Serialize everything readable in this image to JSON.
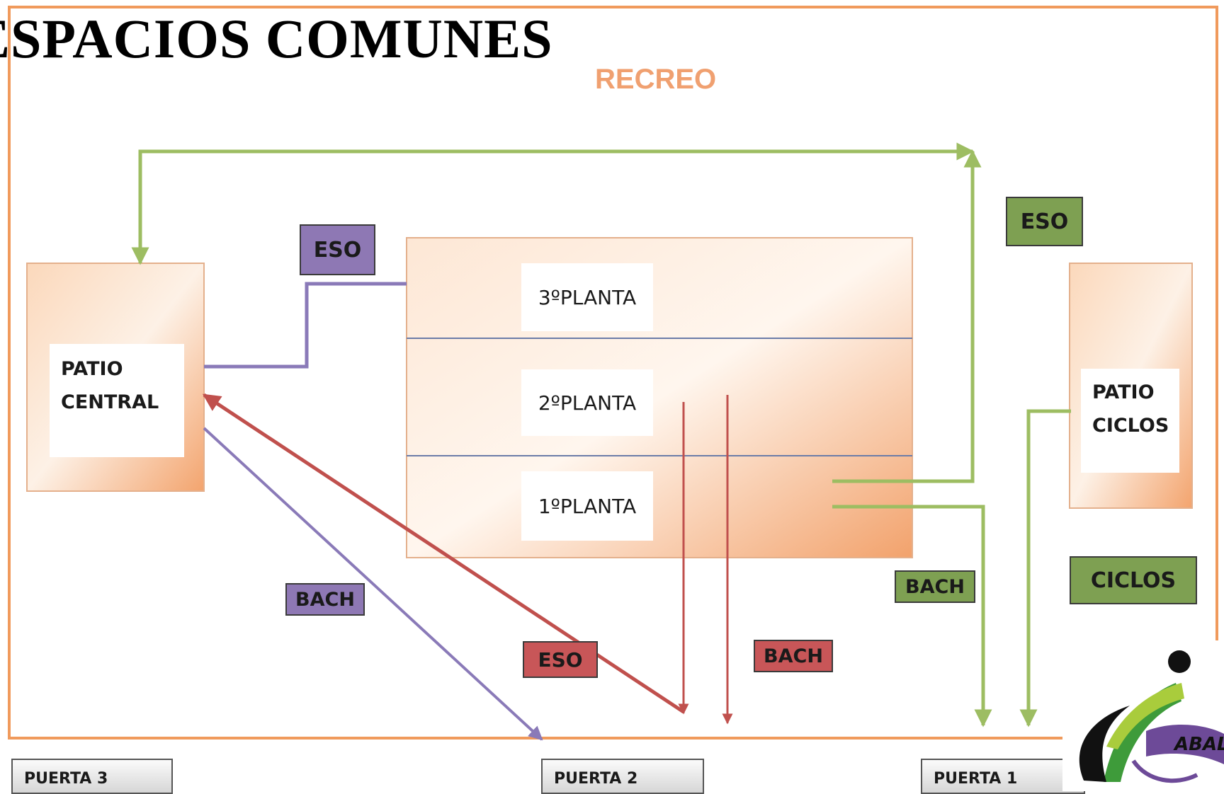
{
  "title": "ESPACIOS COMUNES",
  "subtitle": "RECREO",
  "areas": {
    "patio_central": "PATIO CENTRAL",
    "patio_ciclos": "PATIO CICLOS"
  },
  "floors": [
    "3ºPLANTA",
    "2ºPLANTA",
    "1ºPLANTA"
  ],
  "tags": {
    "eso_purple": "ESO",
    "bach_purple": "BACH",
    "eso_green": "ESO",
    "bach_green": "BACH",
    "ciclos_green": "CICLOS",
    "eso_red": "ESO",
    "bach_red": "BACH"
  },
  "doors": [
    "PUERTA 3",
    "PUERTA 2",
    "PUERTA 1"
  ],
  "logo": {
    "text": "ABALO"
  },
  "colors": {
    "frame": "#f09a5c",
    "title_accent": "#f0a070",
    "purple": "#8e78b4",
    "green": "#7ea052",
    "line_green": "#9dbd62",
    "red": "#c85658",
    "block_orange": "#f5b07e"
  }
}
